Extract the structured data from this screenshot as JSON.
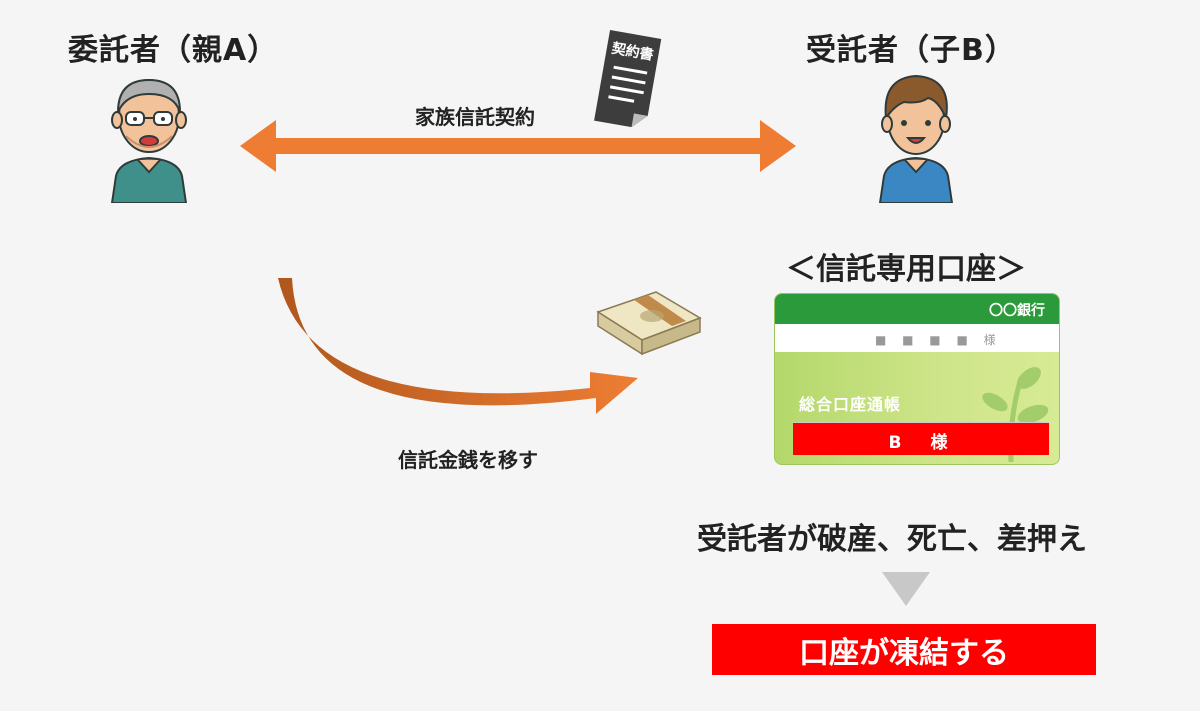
{
  "settlor": {
    "label": "委託者（親A）"
  },
  "trustee": {
    "label": "受託者（子B）"
  },
  "contract": {
    "label": "家族信託契約",
    "document_text": "契約書"
  },
  "transfer": {
    "label": "信託金銭を移す"
  },
  "account": {
    "title": "＜信託専用口座＞",
    "bank_name": "〇〇銀行",
    "holder_masked": "■ ■ ■ ■ 様",
    "passbook_type": "総合口座通帳",
    "holder_name": "B　様"
  },
  "event": {
    "text": "受託者が破産、死亡、差押え"
  },
  "result": {
    "text": "口座が凍結する"
  },
  "colors": {
    "background": "#f5f5f5",
    "arrow_orange": "#ee7d33",
    "result_red": "#ff0000",
    "bank_green": "#2a9a3a",
    "passbook_green": "#c5e07e",
    "triangle_gray": "#c8c8c8"
  },
  "icons": [
    "elderly-man-icon",
    "young-man-icon",
    "contract-document-icon",
    "money-bundle-icon",
    "passbook-icon"
  ]
}
